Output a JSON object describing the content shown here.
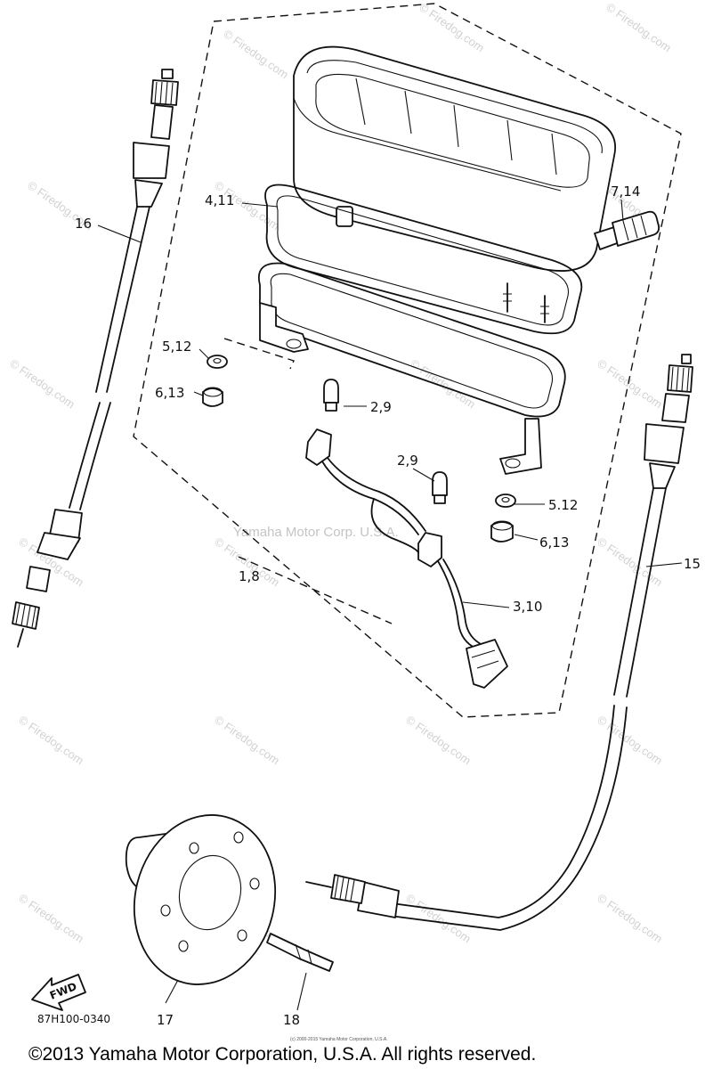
{
  "labels": {
    "p1_8": "1,8",
    "p2_9_top": "2,9",
    "p2_9_bottom": "2,9",
    "p3_10": "3,10",
    "p4_11": "4,11",
    "p5_12_left": "5,12",
    "p5_12_right": "5.12",
    "p6_13_left": "6,13",
    "p6_13_right": "6,13",
    "p7_14": "7,14",
    "p15": "15",
    "p16": "16",
    "p17": "17",
    "p18": "18"
  },
  "fwd_label": "FWD",
  "diagram_code": "87H100-0340",
  "watermark_center": "Yamaha Motor Corp. U.S.A.",
  "watermark_text": "© Firedog.com",
  "fine_print": "(c) 2000-2015 Yamaha Motor Corporation, U.S.A.",
  "copyright": "©2013 Yamaha Motor Corporation, U.S.A. All rights reserved."
}
